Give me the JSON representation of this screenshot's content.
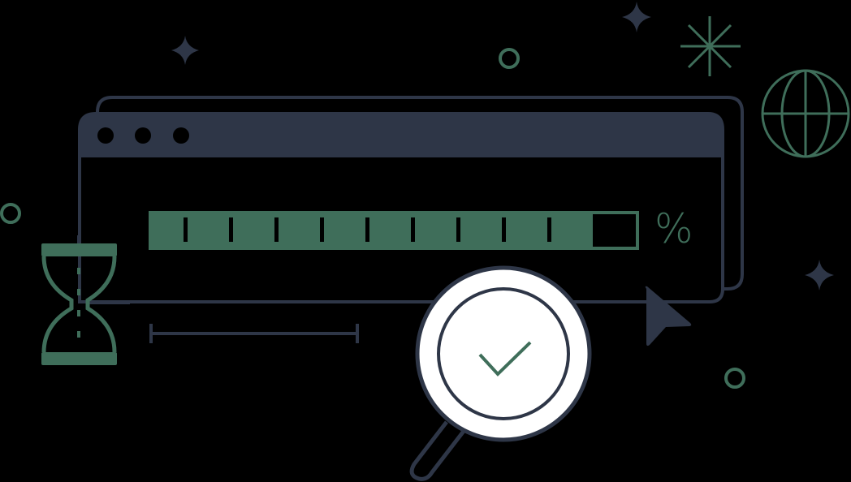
{
  "illustration": {
    "subject": "Loading / progress verification",
    "colors": {
      "background": "#000000",
      "navy": "#2e3647",
      "green": "#3f6e5a",
      "white": "#ffffff"
    },
    "browser_window": {
      "window_controls": [
        "dot",
        "dot",
        "dot"
      ],
      "progress": {
        "filled_segments": 10,
        "total_segments": 11,
        "percent_symbol": "%"
      }
    },
    "icons": [
      "sparkle-icon",
      "sparkle-icon",
      "sparkle-icon",
      "asterisk-icon",
      "globe-icon",
      "ring-icon",
      "ring-icon",
      "ring-icon",
      "hourglass-icon",
      "magnifier-check-icon",
      "cursor-arrow-icon",
      "ruler-line-icon"
    ]
  }
}
